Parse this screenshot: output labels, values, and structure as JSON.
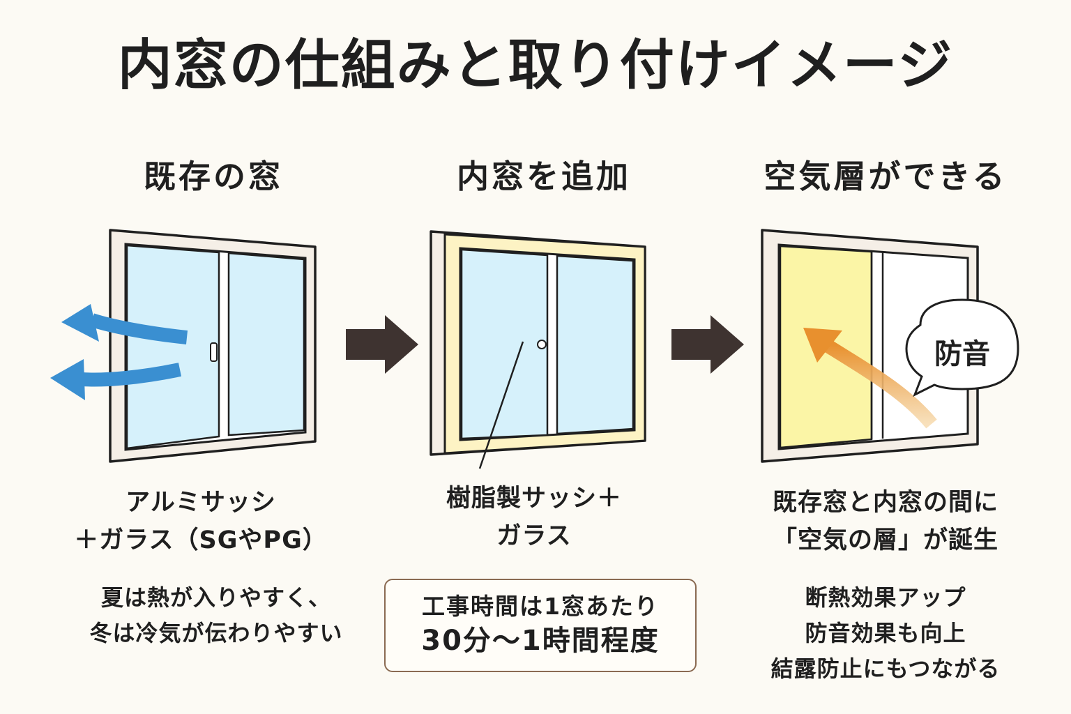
{
  "title": "内窓の仕組みと取り付けイメージ",
  "steps": [
    {
      "heading": "既存の窓",
      "desc_lines": [
        "アルミサッシ",
        "＋ガラス（SGやPG）"
      ],
      "note_lines": [
        "夏は熱が入りやすく、",
        "冬は冷気が伝わりやすい"
      ]
    },
    {
      "heading": "内窓を追加",
      "desc_lines": [
        "樹脂製サッシ＋",
        "ガラス"
      ],
      "box_lines": [
        "工事時間は1窓あたり",
        "30分〜1時間程度"
      ]
    },
    {
      "heading": "空気層ができる",
      "desc_lines": [
        "既存窓と内窓の間に",
        "「空気の層」が誕生"
      ],
      "note_lines": [
        "断熱効果アップ",
        "防音効果も向上",
        "結露防止にもつながる"
      ]
    }
  ],
  "bubble_label": "防音",
  "colors": {
    "glass": "#d6f1fb",
    "frame_outer": "#f5efe7",
    "inner_frame": "#fdf3c4",
    "air_layer": "#fbf5a6",
    "heat_arrow": "#3a8fd1",
    "sound_arrow": "#e8902e",
    "step_arrow": "#3e3330",
    "outline": "#1f1f1f",
    "box_border": "#8a6a52"
  },
  "icons": [
    "arrow-right-icon",
    "heat-escape-arrow-icon",
    "sound-arrow-icon",
    "speech-bubble-icon"
  ]
}
